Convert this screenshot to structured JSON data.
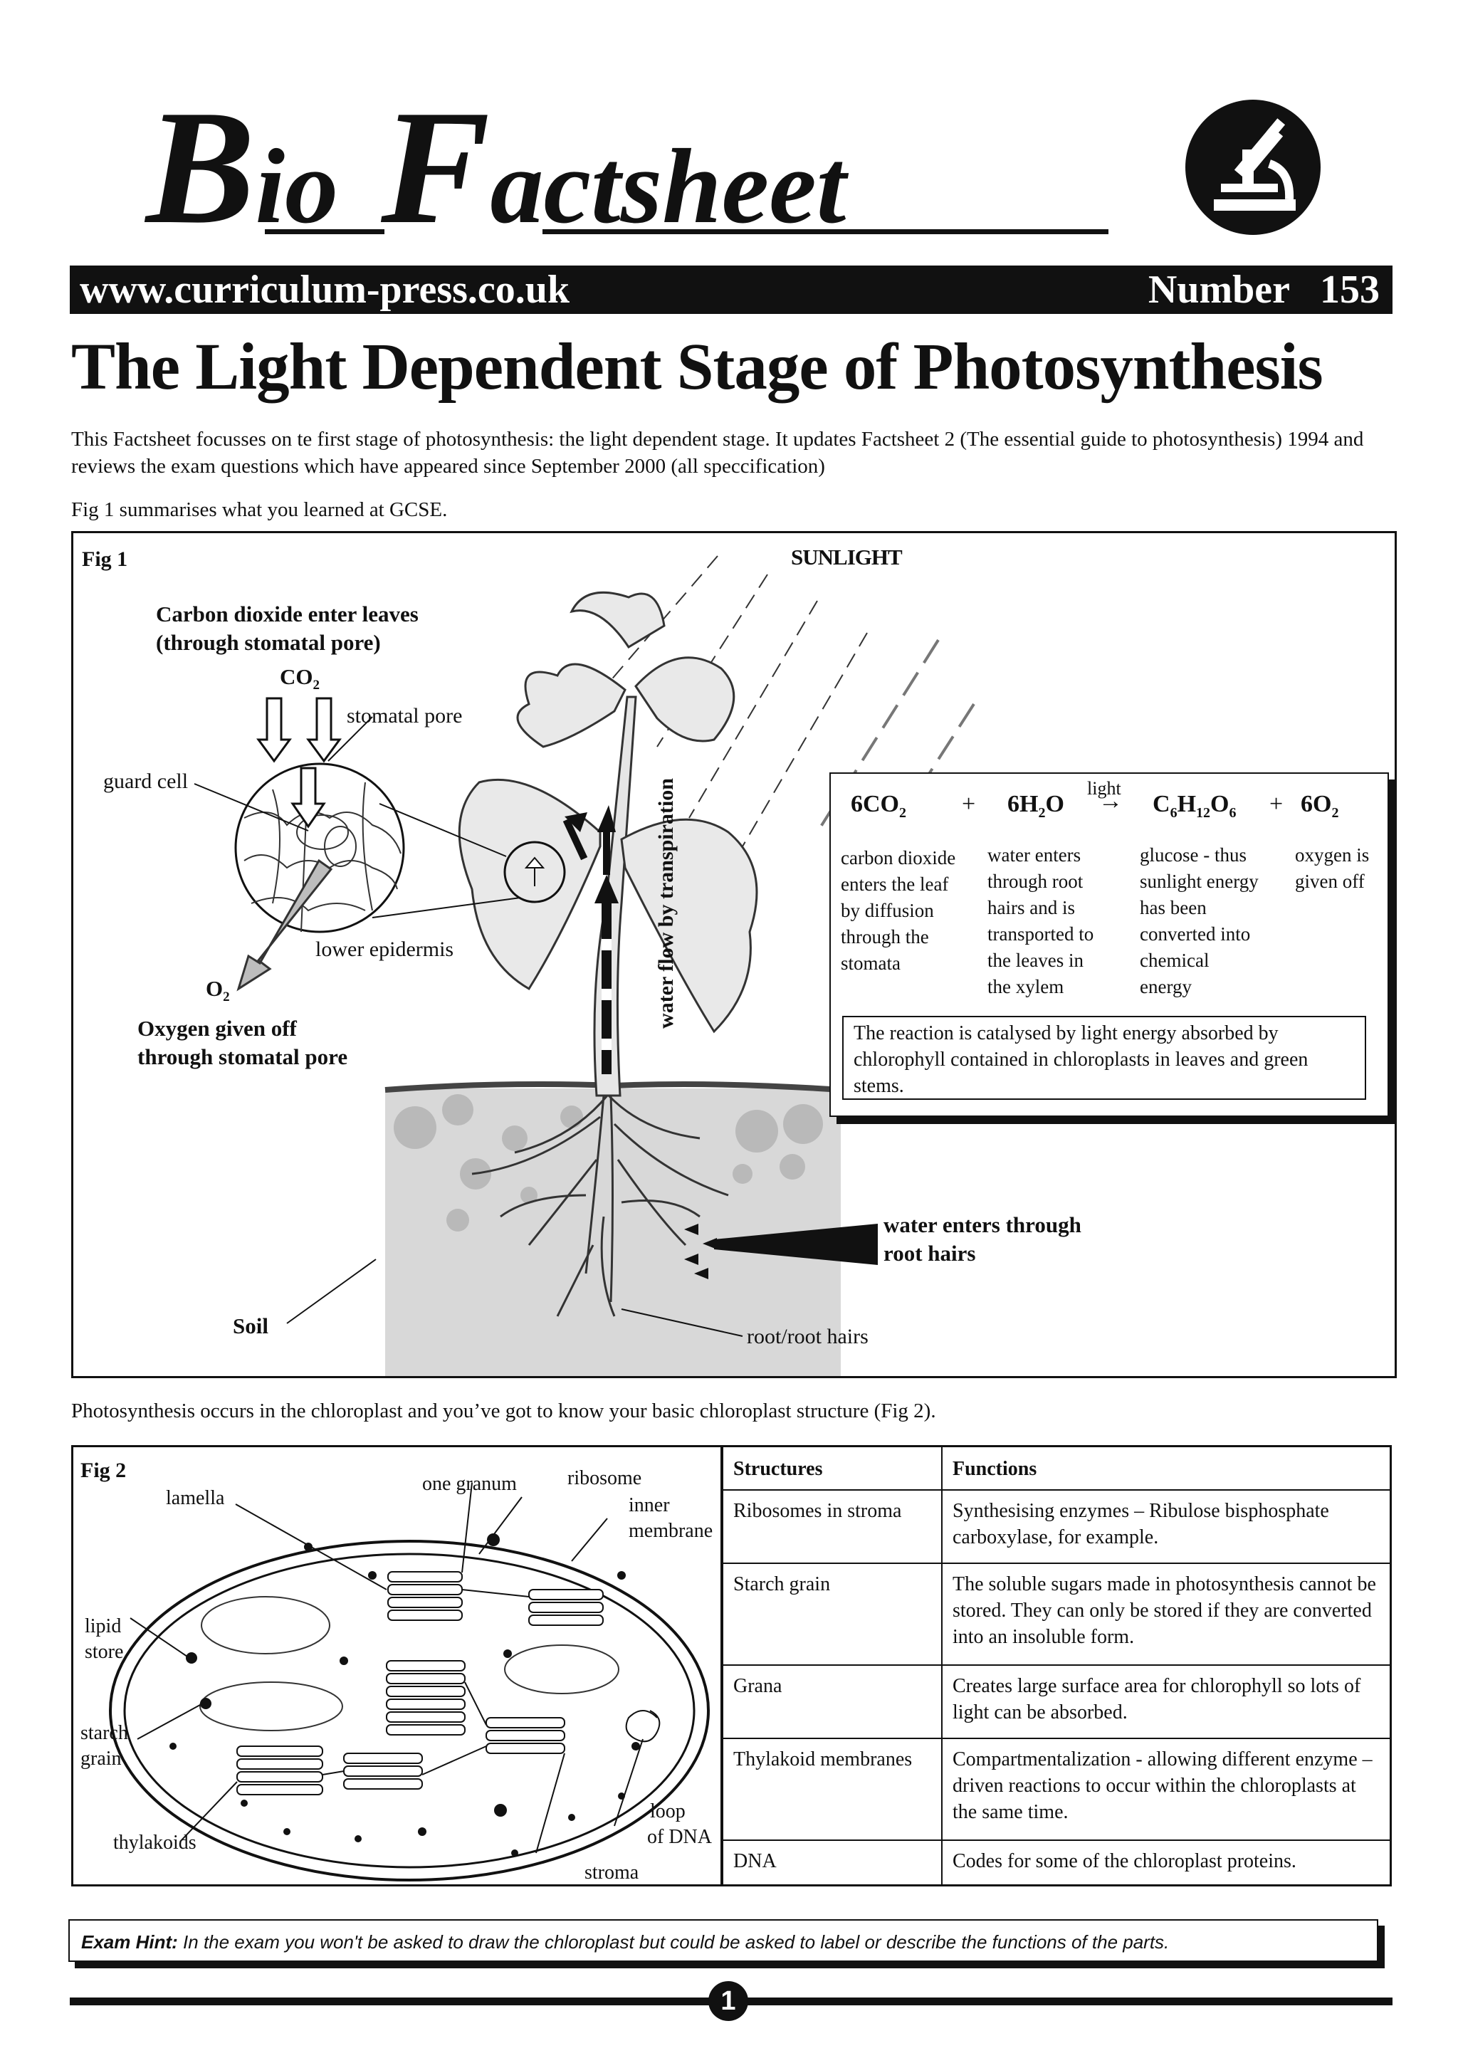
{
  "masthead": {
    "logo_b": "B",
    "logo_io": "io",
    "logo_f": "F",
    "logo_actsheet": "actsheet",
    "website": "www.curriculum-press.co.uk",
    "number_label": "Number",
    "number_value": "153"
  },
  "title": "The Light Dependent Stage of Photosynthesis",
  "intro": "This Factsheet focusses on te first stage of photosynthesis: the light dependent stage. It updates Factsheet 2 (The essential guide to photosynthesis) 1994 and reviews the exam questions which have appeared since September 2000 (all speccification)",
  "fig1_intro": "Fig 1 summarises what you learned at GCSE.",
  "fig1": {
    "label": "Fig 1",
    "sunlight": "SUNLIGHT",
    "co2_heading_1": "Carbon dioxide enter leaves",
    "co2_heading_2": "(through stomatal pore)",
    "co2_main": "CO",
    "co2_sub": "2",
    "stomatal_pore": "stomatal pore",
    "guard_cell": "guard cell",
    "lower_epidermis": "lower epidermis",
    "o2_main": "O",
    "o2_sub": "2",
    "oxygen_1": "Oxygen given off",
    "oxygen_2": "through stomatal pore",
    "water_flow": "water flow by transpiration",
    "water_enters_1": "water enters through",
    "water_enters_2": "root hairs",
    "soil": "Soil",
    "root": "root/root hairs",
    "equation": {
      "t1": "6CO",
      "t1_sub": "2",
      "plus1": "+",
      "t2a": "6H",
      "t2_sub": "2",
      "t2b": "O",
      "light": "light",
      "arrow": "→",
      "t3a": "C",
      "t3_s1": "6",
      "t3b": "H",
      "t3_s2": "12",
      "t3c": "O",
      "t3_s3": "6",
      "plus2": "+",
      "t4": "6O",
      "t4_sub": "2",
      "col1": [
        "carbon dioxide",
        "enters the leaf",
        "by diffusion",
        "through the",
        "stomata"
      ],
      "col2": [
        "water enters",
        "through root",
        "hairs and is",
        "transported to",
        "the leaves in",
        "the xylem"
      ],
      "col3": [
        "glucose - thus",
        "sunlight energy",
        "has been",
        "converted into",
        "chemical",
        "energy"
      ],
      "col4": [
        "oxygen is",
        "given off"
      ],
      "catalyse": "The reaction is catalysed by light energy absorbed by chlorophyll contained in chloroplasts in leaves and green stems."
    }
  },
  "fig2_intro": "Photosynthesis occurs in the chloroplast and you’ve got to know your basic chloroplast structure (Fig 2).",
  "fig2": {
    "label": "Fig 2",
    "lamella": "lamella",
    "one_granum": "one granum",
    "ribosome": "ribosome",
    "inner_1": "inner",
    "inner_2": "membrane",
    "lipid_1": "lipid",
    "lipid_2": "store",
    "starch_1": "starch",
    "starch_2": "grain",
    "thylakoids": "thylakoids",
    "loop_1": "loop",
    "loop_2": "of DNA",
    "stroma": "stroma"
  },
  "table": {
    "headers": [
      "Structures",
      "Functions"
    ],
    "rows": [
      [
        "Ribosomes in stroma",
        "Synthesising enzymes – Ribulose bisphosphate carboxylase, for example."
      ],
      [
        "Starch grain",
        "The soluble sugars made in photosynthesis cannot be stored. They can only be stored if they are converted into an insoluble form."
      ],
      [
        "Grana",
        "Creates large surface area for chlorophyll so lots of light can be absorbed."
      ],
      [
        "Thylakoid membranes",
        "Compartmentalization - allowing different enzyme – driven reactions to occur within the chloroplasts at the same time."
      ],
      [
        "DNA",
        "Codes for some of the chloroplast proteins."
      ]
    ]
  },
  "hint": {
    "label": "Exam Hint:",
    "text": " In the exam you won't be asked to draw the chloroplast but could be asked to label or describe the functions of the parts."
  },
  "page_number": "1"
}
